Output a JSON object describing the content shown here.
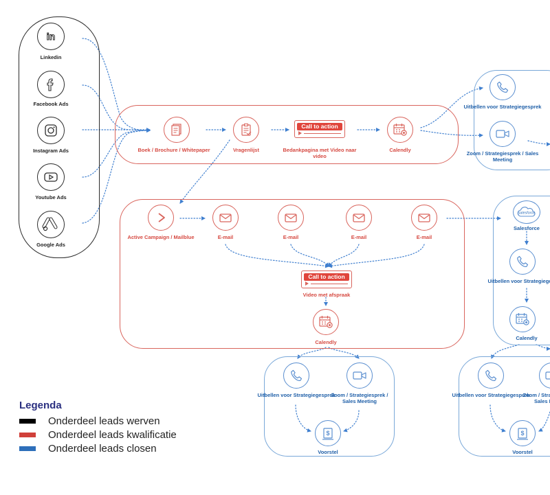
{
  "colors": {
    "werven": "#000000",
    "kwalificatie": "#d0403a",
    "closen": "#2e6fba"
  },
  "labels": {
    "linkedin": "Linkedin",
    "facebook": "Facebook Ads",
    "instagram": "Instagram Ads",
    "youtube": "Youtube Ads",
    "google": "Google Ads",
    "boek": "Boek / Brochure / Whitepaper",
    "vragenlijst": "Vragenlijst",
    "bedankpagina": "Bedankpagina met Video naar video",
    "calendly": "Calendly",
    "uitbellen": "Uitbellen voor Strategiegesprek",
    "zoom": "Zoom / Strategiesprek / Sales Meeting",
    "active_campaign": "Active Campaign / Mailblue",
    "email": "E-mail",
    "video_afspraak": "Video met afspraak",
    "salesforce": "Salesforce",
    "voorstel": "Voorstel",
    "cta": "Call to action",
    "salesforce_logo": "salesforce"
  },
  "legend": {
    "title": "Legenda",
    "items": [
      {
        "label": "Onderdeel leads werven",
        "color": "#000000"
      },
      {
        "label": "Onderdeel leads kwalificatie",
        "color": "#d0403a"
      },
      {
        "label": "Onderdeel leads closen",
        "color": "#2e6fba"
      }
    ]
  }
}
